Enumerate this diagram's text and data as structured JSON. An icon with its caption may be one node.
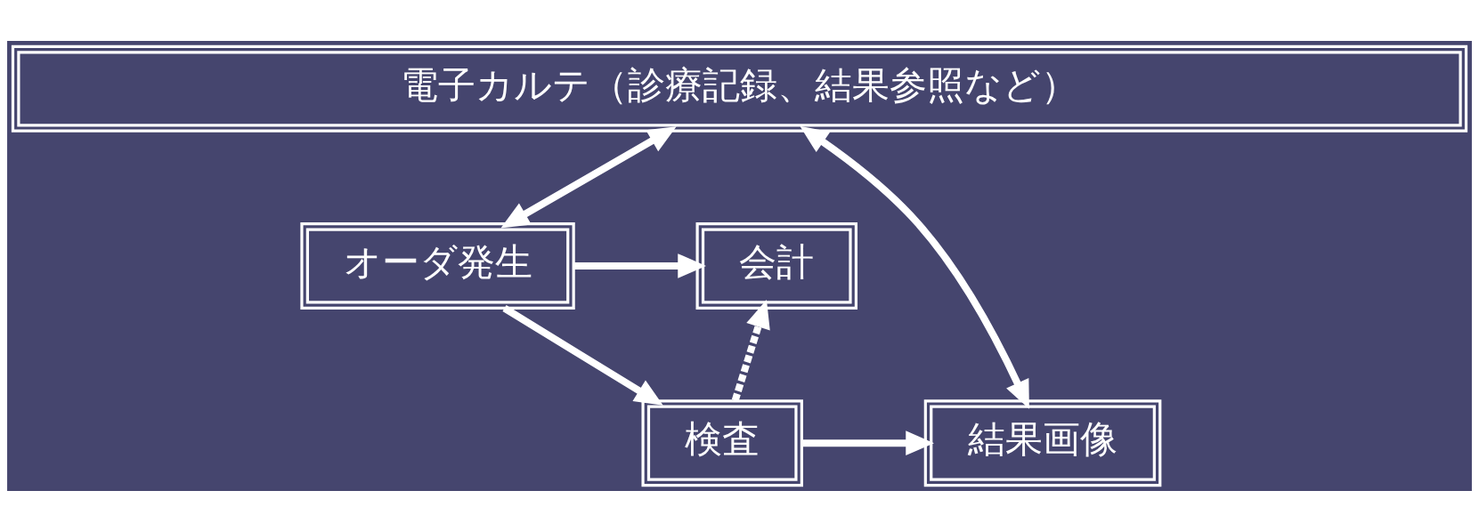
{
  "diagram": {
    "nodes": [
      {
        "text": [
          "電子カルテ（診療記録、結果参照など）"
        ]
      },
      {
        "text": [
          "オーダ発生"
        ]
      },
      {
        "text": [
          "会計"
        ]
      },
      {
        "text": [
          "検査"
        ]
      },
      {
        "text": [
          "結果画像"
        ]
      }
    ],
    "edges": [
      {
        "from": 0,
        "to": 1,
        "arrow": "both"
      },
      {
        "from": 1,
        "to": 2,
        "arrow": "to"
      },
      {
        "from": 1,
        "to": 3,
        "arrow": "to"
      },
      {
        "from": 3,
        "to": 2,
        "arrow": "to",
        "style": "dashed"
      },
      {
        "from": 0,
        "to": 4,
        "arrow": "both"
      },
      {
        "from": 3,
        "to": 4,
        "arrow": "to"
      }
    ]
  }
}
